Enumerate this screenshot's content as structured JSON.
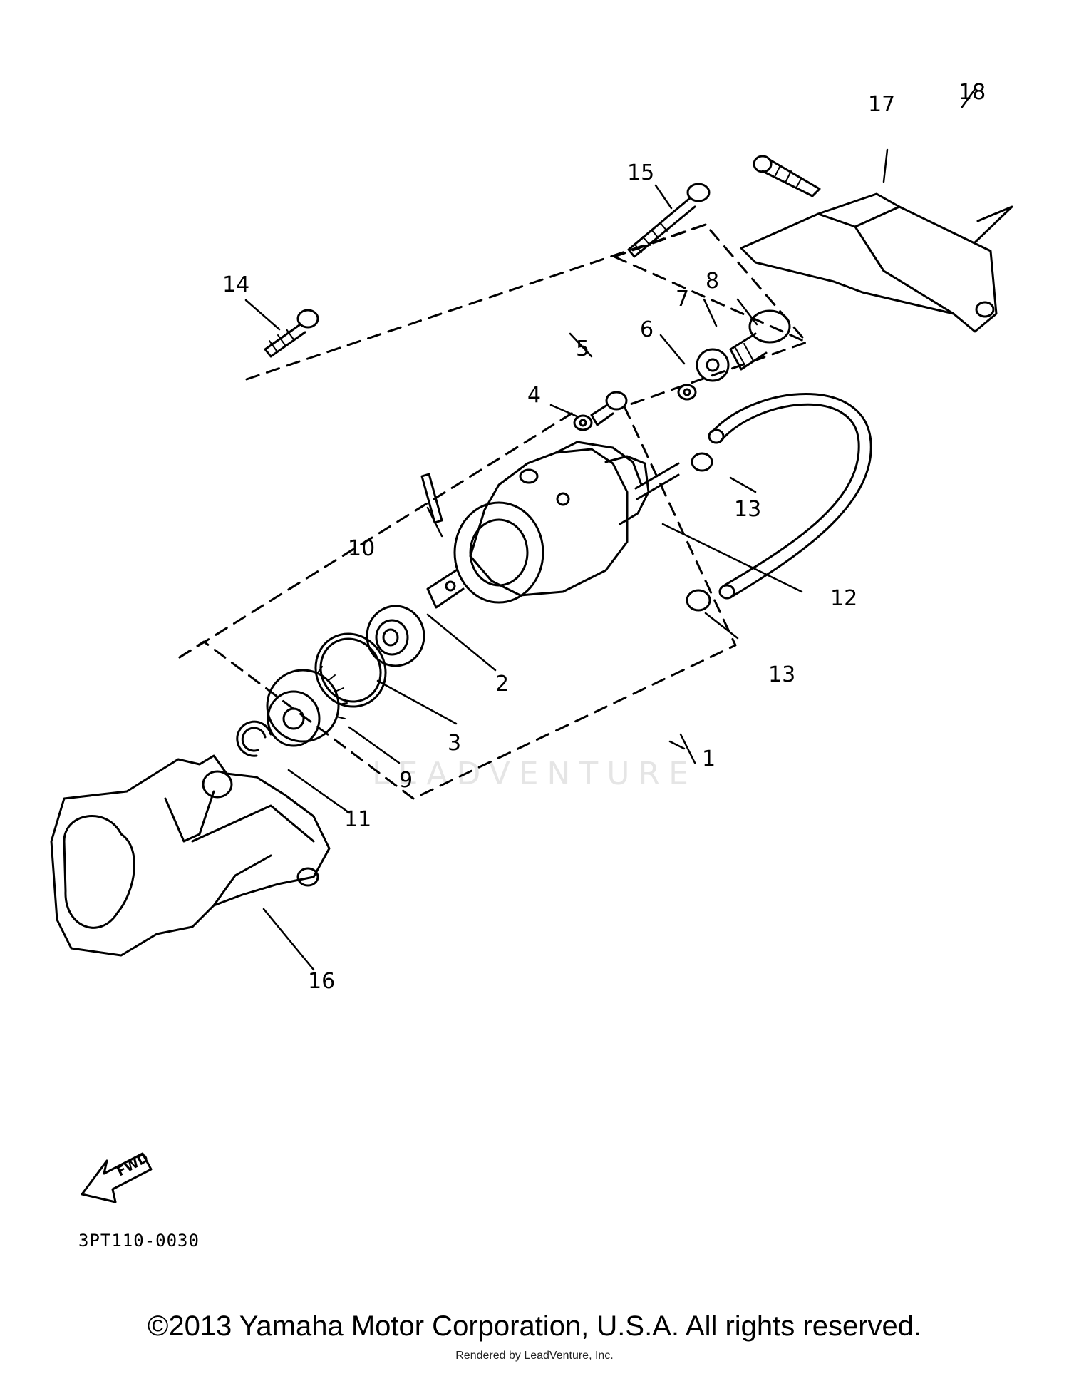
{
  "diagram": {
    "callouts": [
      {
        "id": "c1",
        "text": "1"
      },
      {
        "id": "c2",
        "text": "2"
      },
      {
        "id": "c3",
        "text": "3"
      },
      {
        "id": "c4",
        "text": "4"
      },
      {
        "id": "c5",
        "text": "5"
      },
      {
        "id": "c6",
        "text": "6"
      },
      {
        "id": "c7",
        "text": "7"
      },
      {
        "id": "c8",
        "text": "8"
      },
      {
        "id": "c9",
        "text": "9"
      },
      {
        "id": "c10",
        "text": "10"
      },
      {
        "id": "c11",
        "text": "11"
      },
      {
        "id": "c12",
        "text": "12"
      },
      {
        "id": "c13a",
        "text": "13"
      },
      {
        "id": "c13b",
        "text": "13"
      },
      {
        "id": "c14",
        "text": "14"
      },
      {
        "id": "c15",
        "text": "15"
      },
      {
        "id": "c16",
        "text": "16"
      },
      {
        "id": "c17",
        "text": "17"
      },
      {
        "id": "c18",
        "text": "18"
      }
    ],
    "fwd_label": "FWD",
    "part_code": "3PT110-0030",
    "watermark": "LEADVENTURE"
  },
  "footer": {
    "copyright": "©2013 Yamaha Motor Corporation, U.S.A. All rights reserved.",
    "rendered_by": "Rendered by LeadVenture, Inc."
  },
  "colors": {
    "line": "#000000",
    "background": "#ffffff"
  }
}
